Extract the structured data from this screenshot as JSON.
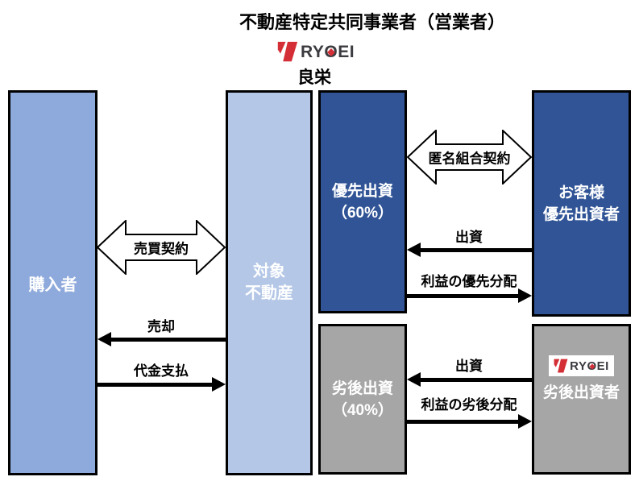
{
  "title": "不動産特定共同事業者（営業者）",
  "logo": {
    "ry": "RY",
    "o": "O",
    "ei": "EI",
    "company": "良栄"
  },
  "boxes": {
    "purchaser": "購入者",
    "property": {
      "line1": "対象",
      "line2": "不動産"
    },
    "senior_investment": {
      "line1": "優先出資",
      "line2": "（60%）"
    },
    "customer": {
      "line1": "お客様",
      "line2": "優先出資者"
    },
    "junior_investment": {
      "line1": "劣後出資",
      "line2": "（40%）"
    },
    "junior_investor": "劣後出資者"
  },
  "arrows": {
    "sales_contract": "売買契約",
    "sale": "売却",
    "payment": "代金支払",
    "anonymous_partnership": "匿名組合契約",
    "investment_upper": "出資",
    "profit_senior_distribution": "利益の優先分配",
    "investment_lower": "出資",
    "profit_junior_distribution": "利益の劣後分配"
  },
  "colors": {
    "accent_red": "#D42F36",
    "logo_text_gray": "#3B3B40",
    "box_medium_blue": "#8EA9DB",
    "box_light_blue": "#B4C7E7",
    "box_dark_blue": "#305496",
    "box_gray": "#A6A6A6",
    "arrow_black": "#000000"
  }
}
